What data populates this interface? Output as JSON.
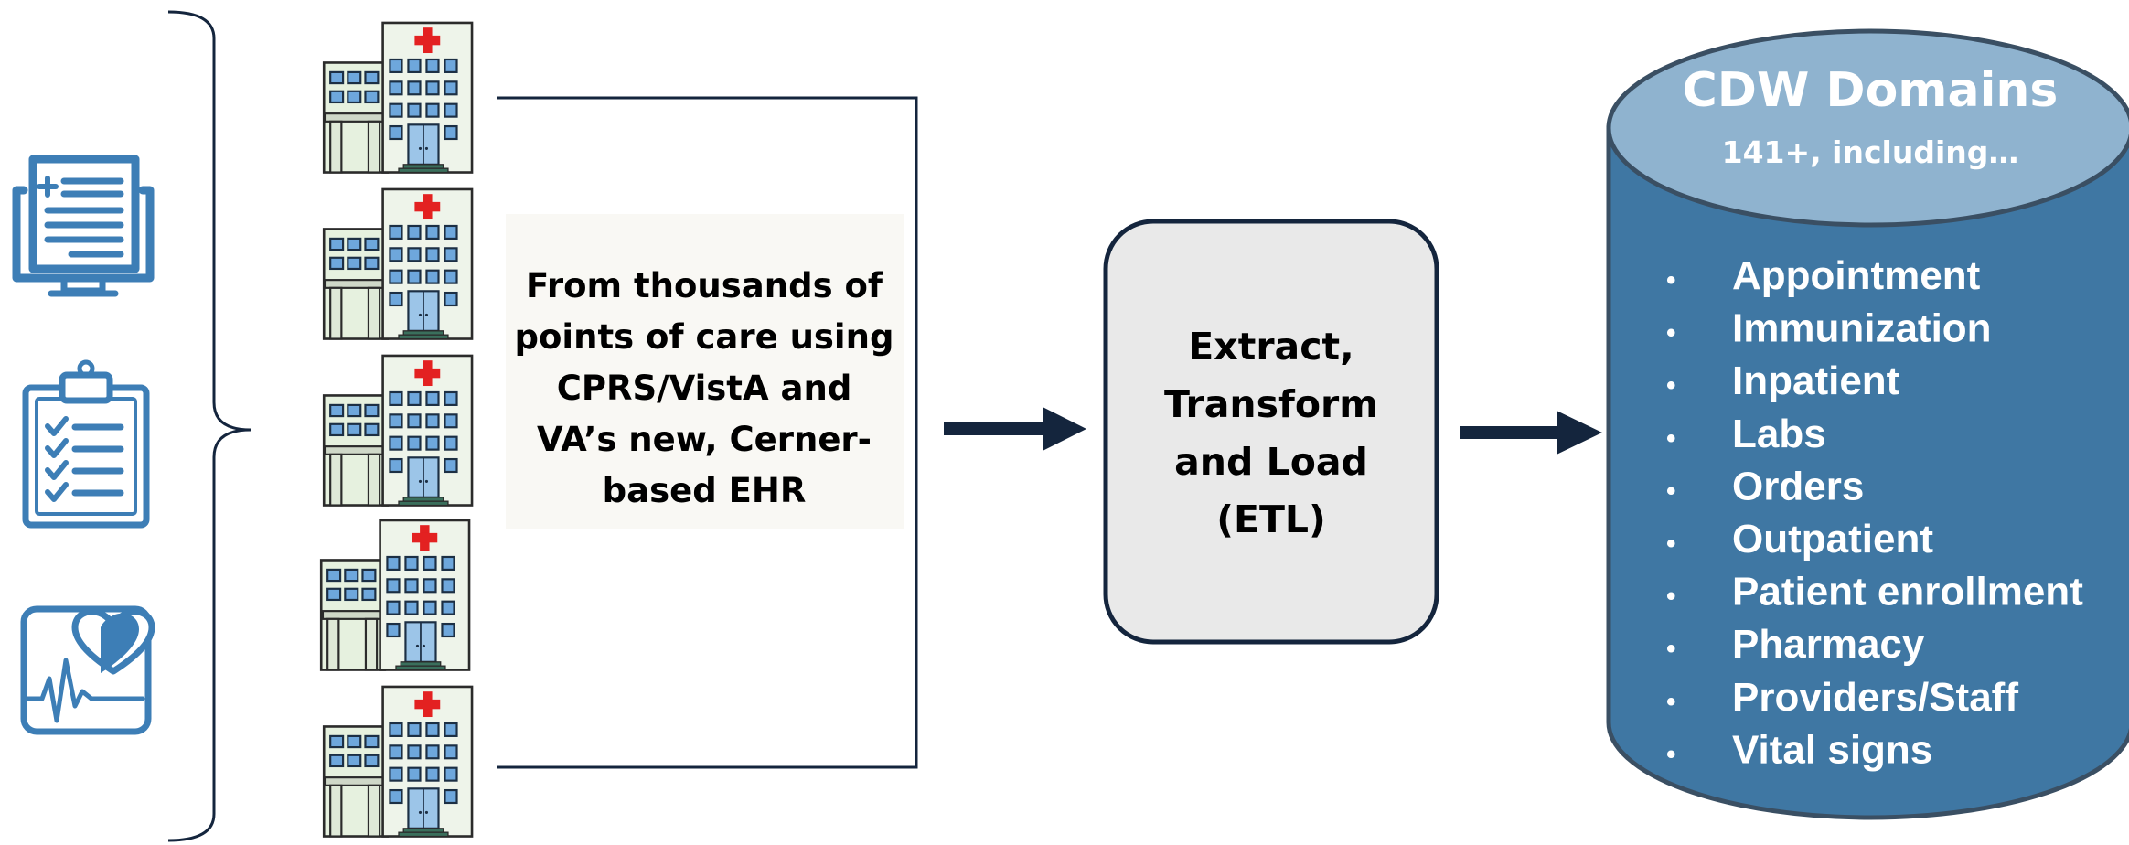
{
  "source_text": {
    "lines": [
      "From thousands of",
      "points of care using",
      "CPRS/VistA  and",
      "VA’s new, Cerner-",
      "based EHR"
    ]
  },
  "etl_box": {
    "lines": [
      "Extract,",
      "Transform",
      "and Load",
      "(ETL)"
    ]
  },
  "cdw": {
    "title": "CDW Domains",
    "subtitle": "141+, including…",
    "bullet_symbol": "•",
    "items": [
      "Appointment",
      "Immunization",
      "Inpatient",
      "Labs",
      "Orders",
      "Outpatient",
      "Patient  enrollment",
      "Pharmacy",
      "Providers/Staff",
      "Vital signs"
    ]
  },
  "icons": {
    "left_column": [
      "computer-record-icon",
      "clipboard-checklist-icon",
      "heart-monitor-icon"
    ],
    "hospital": "hospital-building-icon"
  },
  "colors": {
    "icon_blue": "#3d7eb6",
    "navy": "#14253d",
    "cylinder_body": "#3f77a3",
    "cylinder_top": "#8fb3cf",
    "etl_fill": "#e9e9e9",
    "source_fill": "#f9f8f4",
    "hospital_red": "#e32121"
  }
}
